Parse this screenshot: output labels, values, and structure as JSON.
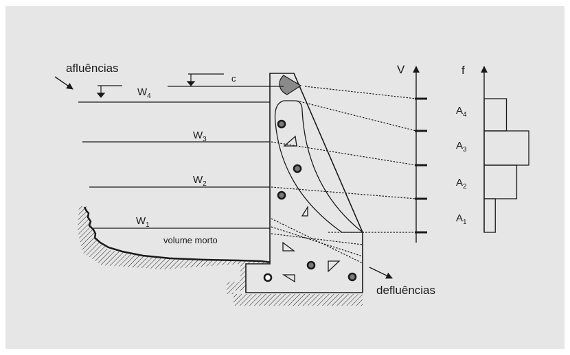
{
  "colors": {
    "panel_background": "#e6e6e6",
    "line": "#1a1a1a",
    "ring_fill": "#7a7a7a",
    "intake_fill": "#8a8a8a"
  },
  "labels": {
    "inflow": "afluências",
    "outflow": "defluências",
    "dead_volume": "volume morto",
    "control_level": "c",
    "volume_axis": "V",
    "frequency_axis": "f"
  },
  "levels": [
    {
      "base": "W",
      "sub": "4"
    },
    {
      "base": "W",
      "sub": "3"
    },
    {
      "base": "W",
      "sub": "2"
    },
    {
      "base": "W",
      "sub": "1"
    }
  ],
  "areas": [
    {
      "base": "A",
      "sub": "4"
    },
    {
      "base": "A",
      "sub": "3"
    },
    {
      "base": "A",
      "sub": "2"
    },
    {
      "base": "A",
      "sub": "1"
    }
  ],
  "histogram_relative_frequency": [
    0.5,
    1.0,
    0.73,
    0.25
  ],
  "icons": [
    "inflow-arrow-icon",
    "outflow-arrow-icon",
    "water-level-marker-icon",
    "control-level-marker-icon",
    "intake-sector-icon"
  ]
}
